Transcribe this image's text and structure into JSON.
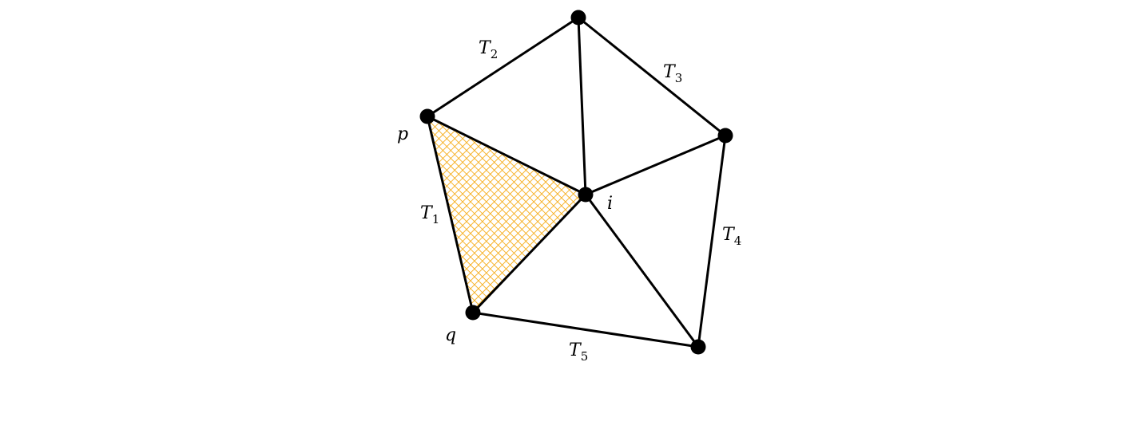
{
  "diagram": {
    "hatch_color": "#f5a300",
    "edge_color": "#000000",
    "vertices": {
      "p": "p",
      "q": "q",
      "i": "i"
    },
    "triangles": [
      {
        "base": "T",
        "sub": "1"
      },
      {
        "base": "T",
        "sub": "2"
      },
      {
        "base": "T",
        "sub": "3"
      },
      {
        "base": "T",
        "sub": "4"
      },
      {
        "base": "T",
        "sub": "5"
      }
    ],
    "highlighted_triangle": "T1"
  }
}
